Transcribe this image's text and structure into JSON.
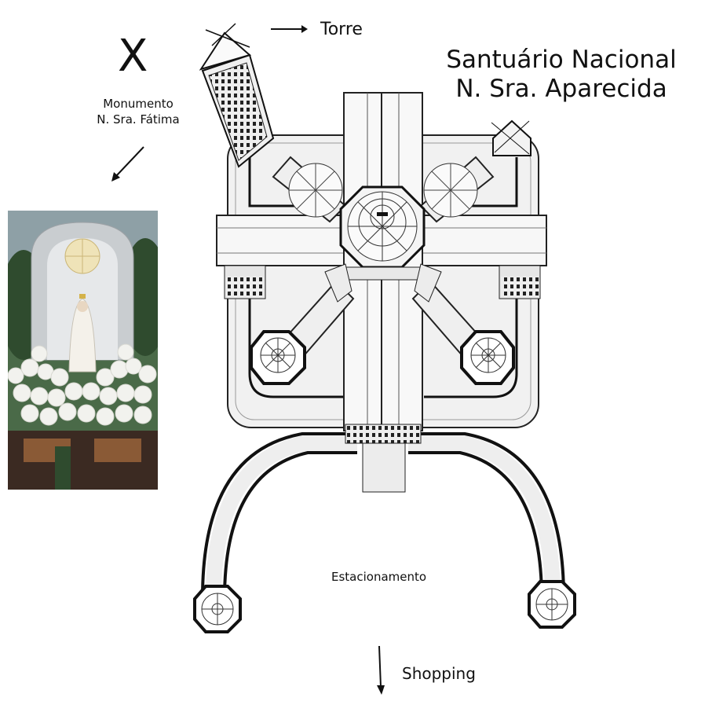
{
  "title": {
    "line1": "Santuário Nacional",
    "line2": "N. Sra. Aparecida"
  },
  "x_mark": "X",
  "monument_label": {
    "line1": "Monumento",
    "line2": "N. Sra. Fátima"
  },
  "tower_label": "Torre",
  "shopping_label": "Shopping",
  "parking_label": "Estacionamento",
  "icons": [
    "arrow-right-icon",
    "arrow-down-left-icon",
    "arrow-down-icon"
  ],
  "colors": {
    "ink": "#111111",
    "paper": "#f4f4f4",
    "foliage": "#3f5d3a",
    "flowers": "#f2f2ee"
  }
}
